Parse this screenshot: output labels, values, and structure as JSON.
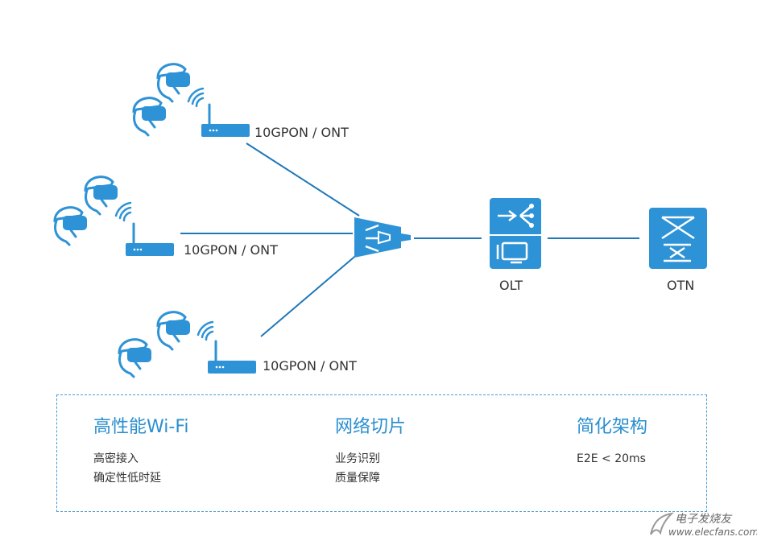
{
  "colors": {
    "accent": "#2a8fcf",
    "device": "#2e93d6",
    "line": "#1f78b8",
    "text": "#333333"
  },
  "ont_label": "10GPON / ONT",
  "olt_label": "OLT",
  "otn_label": "OTN",
  "features": [
    {
      "title": "高性能Wi-Fi",
      "items": [
        "高密接入",
        "确定性低时延"
      ]
    },
    {
      "title": "网络切片",
      "items": [
        "业务识别",
        "质量保障"
      ]
    },
    {
      "title": "简化架构",
      "items": [
        "E2E < 20ms"
      ]
    }
  ],
  "watermark": {
    "cn": "电子发烧友",
    "url": "www.elecfans.com"
  }
}
